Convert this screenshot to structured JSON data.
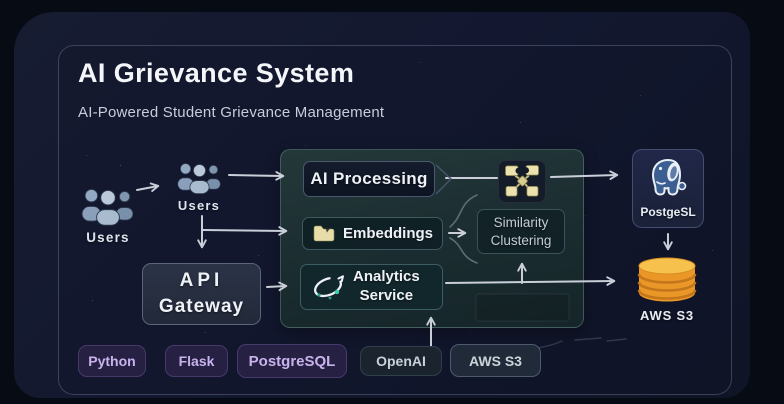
{
  "header": {
    "title": "AI Grievance System",
    "subtitle": "AI-Powered Student Grievance Management"
  },
  "diagram": {
    "users_left": {
      "label": "Users"
    },
    "users_top": {
      "label": "Users"
    },
    "api_gateway": {
      "line1": "API",
      "line2": "Gateway"
    },
    "ai_processing": {
      "label": "AI Processing"
    },
    "embeddings": {
      "label": "Embeddings"
    },
    "analytics_service": {
      "line1": "Analytics",
      "line2": "Service"
    },
    "similarity_clustering": {
      "line1": "Similarity",
      "line2": "Clustering"
    },
    "postgresql": {
      "label": "PostgeSL"
    },
    "aws_s3": {
      "label": "AWS S3"
    }
  },
  "badges": [
    {
      "label": "Python",
      "style": "purple"
    },
    {
      "label": "Flask",
      "style": "purple"
    },
    {
      "label": "PostgreSQL",
      "style": "purple"
    },
    {
      "label": "OpenAI",
      "style": "teal"
    },
    {
      "label": "AWS S3",
      "style": "slate"
    }
  ],
  "icons": {
    "users_left": "users-group-icon",
    "users_top": "users-group-icon",
    "embeddings": "folder-icon",
    "analytics_service": "orbit-analytics-icon",
    "clustering": "cluster-blocks-icon",
    "postgresql": "postgresql-elephant-icon",
    "aws_s3": "s3-cylinder-icon"
  },
  "colors": {
    "arrow": "#c9ced8",
    "cluster_yellow": "#eae0ab",
    "s3_orange": "#ef9d2e",
    "postgres_blue": "#3c5f92",
    "badge_purple_text": "#c9b3ec",
    "badge_gray_text": "#ccd4da",
    "panel_teal": "#1d2e30"
  }
}
